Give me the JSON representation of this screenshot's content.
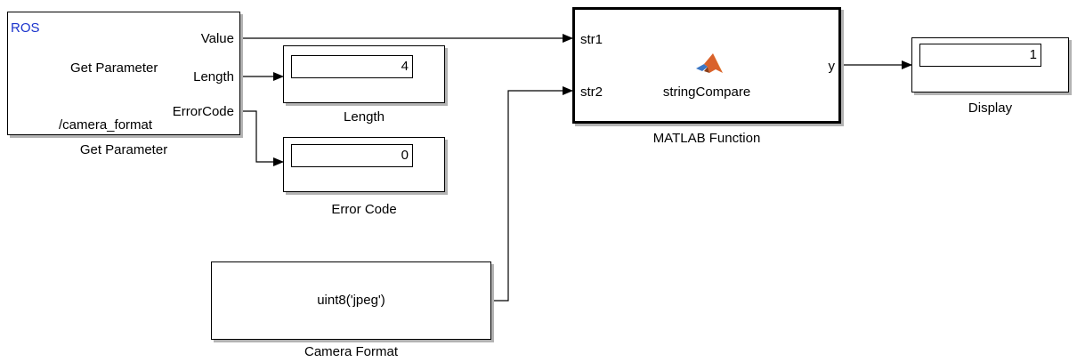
{
  "get_parameter": {
    "library_tag": "ROS",
    "title": "Get Parameter",
    "param_name": "/camera_format",
    "ports": {
      "value": "Value",
      "length": "Length",
      "error_code": "ErrorCode"
    },
    "caption": "Get Parameter"
  },
  "length_display": {
    "value": "4",
    "caption": "Length"
  },
  "error_display": {
    "value": "0",
    "caption": "Error Code"
  },
  "camera_format": {
    "expression": "uint8('jpeg')",
    "caption": "Camera Format"
  },
  "matlab_function": {
    "in1": "str1",
    "in2": "str2",
    "out": "y",
    "function_name": "stringCompare",
    "caption": "MATLAB Function",
    "icon": "matlab-logo-icon"
  },
  "display": {
    "value": "1",
    "caption": "Display"
  },
  "colors": {
    "ros_tag": "#1a33cc",
    "shadow": "#b3b3b3",
    "wire": "#000000"
  }
}
